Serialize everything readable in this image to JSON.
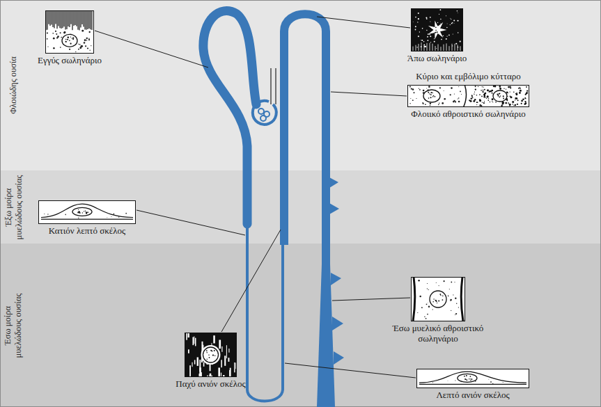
{
  "diagram": {
    "nodes": [
      {
        "text": [
          "Φλοιώδης ουσία"
        ]
      },
      {
        "text": [
          "Εγγύς σωληνάριο"
        ],
        "in": 0
      },
      {
        "text": [
          "Άπω σωληνάριο"
        ],
        "in": 0
      },
      {
        "text": [
          "Κύριο και εμβόλιμο κύτταρο",
          "Φλοιικό αθροιστικό σωληνάριο"
        ],
        "in": 0
      },
      {
        "text": [
          "Έξω μοίρα μυελώδους ουσίας"
        ]
      },
      {
        "text": [
          "Κατιόν λεπτό σκέλος"
        ],
        "in": 4
      },
      {
        "text": [
          "Έσω μοίρα μυελώδους ουσίας"
        ]
      },
      {
        "text": [
          "Έσω μυελικό αθροιστικό σωληνάριο"
        ],
        "in": 6
      },
      {
        "text": [
          "Παχύ ανιόν σκέλος"
        ],
        "in": 6
      },
      {
        "text": [
          "Λεπτό ανιόν σκέλος"
        ],
        "in": 6
      }
    ]
  }
}
